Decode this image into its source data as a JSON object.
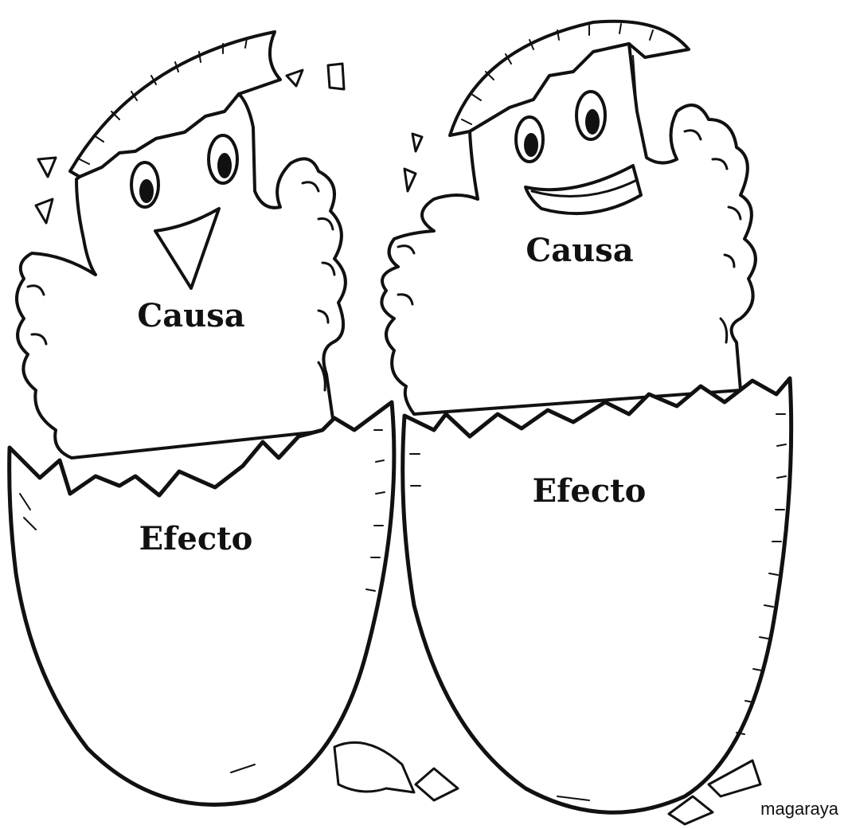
{
  "chicks": [
    {
      "cause_label": "Causa",
      "effect_label": "Efecto"
    },
    {
      "cause_label": "Causa",
      "effect_label": "Efecto"
    }
  ],
  "credit": "magaraya",
  "colors": {
    "ink": "#111111",
    "background": "#ffffff"
  }
}
